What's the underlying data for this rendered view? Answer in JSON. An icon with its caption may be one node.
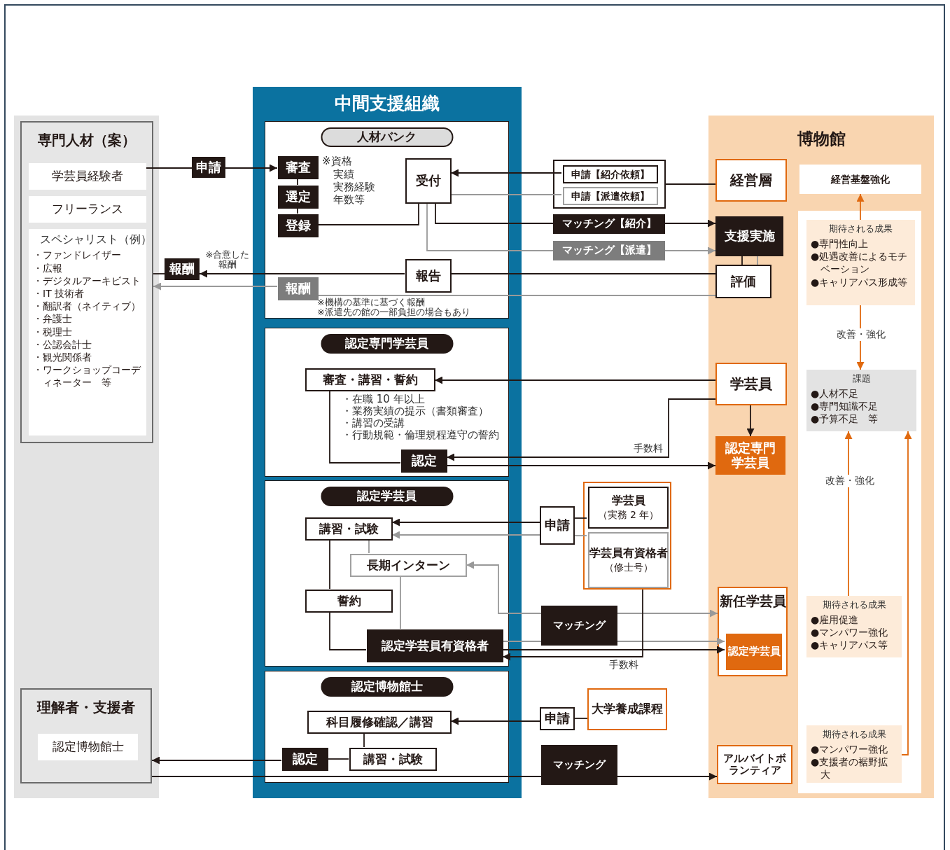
{
  "diagram": {
    "nodes": [
      {
        "text": [
          "専門人材（案）"
        ]
      },
      {
        "text": [
          "学芸員経験者"
        ],
        "in": 0
      },
      {
        "text": [
          "フリーランス"
        ],
        "in": 0
      },
      {
        "text": [
          "スペシャリスト（例）",
          "・ファンドレイザー",
          "・広報",
          "・デジタルアーキビスト",
          "・IT 技術者",
          "・翻訳者（ネイティブ）",
          "・弁護士",
          "・税理士",
          "・公認会計士",
          "・観光関係者",
          "・ワークショップコーディネーター　等"
        ],
        "in": 0
      },
      {
        "text": [
          "中間支援組織"
        ]
      },
      {
        "text": [
          "人材バンク"
        ],
        "in": 4
      },
      {
        "text": [
          "審査"
        ],
        "in": 5
      },
      {
        "text": [
          "選定"
        ],
        "in": 5
      },
      {
        "text": [
          "登録"
        ],
        "in": 5
      },
      {
        "text": [
          "受付"
        ],
        "in": 5
      },
      {
        "text": [
          "報告"
        ],
        "in": 5
      },
      {
        "text": [
          "報酬"
        ],
        "in": 5
      },
      {
        "text": [
          "認定専門学芸員"
        ],
        "in": 4
      },
      {
        "text": [
          "審査・講習・誓約"
        ],
        "in": 12,
        "beside": [
          "・在職 10 年以上",
          "・業務実績の提示（書類審査）",
          "・講習の受講",
          "・行動規範・倫理規程遵守の誓約"
        ]
      },
      {
        "text": [
          "認定"
        ],
        "in": 12
      },
      {
        "text": [
          "認定学芸員"
        ],
        "in": 4
      },
      {
        "text": [
          "講習・試験"
        ],
        "in": 15
      },
      {
        "text": [
          "長期インターン"
        ],
        "in": 15
      },
      {
        "text": [
          "誓約"
        ],
        "in": 15
      },
      {
        "text": [
          "認定学芸員有資格者"
        ],
        "in": 15
      },
      {
        "text": [
          "認定博物館士"
        ],
        "in": 4
      },
      {
        "text": [
          "科目履修確認／講習"
        ],
        "in": 20
      },
      {
        "text": [
          "講習・試験"
        ],
        "in": 20
      },
      {
        "text": [
          "認定"
        ],
        "in": 20
      },
      {
        "text": [
          "博物館"
        ]
      },
      {
        "text": [
          "経営層"
        ],
        "in": 24
      },
      {
        "text": [
          "支援実施"
        ],
        "in": 24
      },
      {
        "text": [
          "評価"
        ],
        "in": 24
      },
      {
        "text": [
          "学芸員"
        ],
        "in": 24
      },
      {
        "text": [
          "認定専門学芸員"
        ],
        "in": 24
      },
      {
        "text": [
          "新任学芸員"
        ],
        "in": 24
      },
      {
        "text": [
          "認定学芸員"
        ],
        "in": 30
      },
      {
        "text": [
          "アルバイトボランティア"
        ],
        "in": 24
      },
      {
        "text": [
          "経営基盤強化"
        ],
        "in": 24
      },
      {
        "text": [
          "期待される成果",
          "●専門性向上",
          "●処遇改善によるモチベーション",
          "●キャリアパス形成等"
        ],
        "in": 24
      },
      {
        "text": [
          "課題",
          "●人材不足",
          "●専門知識不足",
          "●予算不足　等"
        ],
        "in": 24
      },
      {
        "text": [
          "期待される成果",
          "●雇用促進",
          "●マンパワー強化",
          "●キャリアパス等"
        ],
        "in": 24
      },
      {
        "text": [
          "期待される成果",
          "●マンパワー強化",
          "●支援者の裾野拡大"
        ],
        "in": 24
      },
      {
        "text": [
          "理解者・支援者"
        ]
      },
      {
        "text": [
          "認定博物館士"
        ],
        "in": 38
      },
      {
        "text": [
          "申請"
        ]
      },
      {
        "text": [
          "報酬"
        ],
        "beside": [
          "※合意した報酬"
        ]
      },
      {
        "text": [],
        "shape": "box"
      },
      {
        "text": [
          "申請【紹介依頼】"
        ],
        "in": 42
      },
      {
        "text": [
          "申請【派遣依頼】"
        ],
        "in": 42
      },
      {
        "text": [
          "マッチング【紹介】"
        ]
      },
      {
        "text": [
          "マッチング【派遣】"
        ]
      },
      {
        "text": [
          "申請"
        ]
      },
      {
        "text": [],
        "shape": "box"
      },
      {
        "text": [
          "学芸員",
          "（実務 2 年）"
        ],
        "in": 48
      },
      {
        "text": [
          "学芸員有資格者",
          "（修士号）"
        ],
        "in": 48
      },
      {
        "text": [
          "マッチング"
        ]
      },
      {
        "text": [
          "申請"
        ]
      },
      {
        "text": [
          "大学養成課程"
        ]
      },
      {
        "text": [
          "マッチング"
        ]
      }
    ],
    "edges": [
      {
        "from": 1,
        "to": 40,
        "arrow": "none"
      },
      {
        "from": 40,
        "to": 6,
        "arrow": "to"
      },
      {
        "from": 6,
        "to": 7,
        "arrow": "none"
      },
      {
        "from": 7,
        "to": 8,
        "arrow": "none"
      },
      {
        "from": 8,
        "to": 9,
        "arrow": "none"
      },
      {
        "from": 43,
        "to": 9,
        "arrow": "to"
      },
      {
        "from": 44,
        "to": 9,
        "arrow": "none",
        "color": "#999999"
      },
      {
        "from": 9,
        "to": 45,
        "arrow": "none"
      },
      {
        "from": 45,
        "to": 26,
        "arrow": "to"
      },
      {
        "from": 9,
        "to": 46,
        "arrow": "none",
        "color": "#999999"
      },
      {
        "from": 46,
        "to": 26,
        "arrow": "to",
        "color": "#999999"
      },
      {
        "from": 25,
        "to": 42,
        "arrow": "none"
      },
      {
        "from": 26,
        "to": 27,
        "arrow": "none"
      },
      {
        "from": 26,
        "to": 27,
        "arrow": "none",
        "color": "#999999"
      },
      {
        "from": 27,
        "to": 10,
        "arrow": "none"
      },
      {
        "from": 10,
        "to": 41,
        "arrow": "to"
      },
      {
        "from": 41,
        "to": 0,
        "arrow": "none"
      },
      {
        "from": 27,
        "to": 11,
        "arrow": "none",
        "color": "#999999"
      },
      {
        "from": 11,
        "to": 0,
        "arrow": "to",
        "color": "#999999"
      },
      {
        "from": 28,
        "to": 13,
        "arrow": "to"
      },
      {
        "from": 13,
        "to": 14,
        "arrow": "none"
      },
      {
        "from": 28,
        "to": 14,
        "arrow": "to",
        "label": "手数料"
      },
      {
        "from": 14,
        "to": 29,
        "arrow": "to"
      },
      {
        "from": 28,
        "to": 29,
        "arrow": "to"
      },
      {
        "from": 49,
        "to": 47,
        "arrow": "none"
      },
      {
        "from": 47,
        "to": 16,
        "arrow": "to"
      },
      {
        "from": 50,
        "to": 47,
        "arrow": "none",
        "color": "#999999"
      },
      {
        "from": 47,
        "to": 16,
        "arrow": "to",
        "color": "#999999"
      },
      {
        "from": 16,
        "to": 18,
        "arrow": "none"
      },
      {
        "from": 16,
        "to": 17,
        "arrow": "none",
        "color": "#999999"
      },
      {
        "from": 17,
        "to": 19,
        "arrow": "none",
        "color": "#999999"
      },
      {
        "from": 18,
        "to": 19,
        "arrow": "none"
      },
      {
        "from": 51,
        "to": 17,
        "arrow": "to",
        "color": "#999999"
      },
      {
        "from": 51,
        "to": 30,
        "arrow": "to",
        "color": "#999999"
      },
      {
        "from": 19,
        "to": 51,
        "arrow": "none",
        "color": "#999999"
      },
      {
        "from": 51,
        "to": 31,
        "arrow": "to",
        "color": "#999999"
      },
      {
        "from": 19,
        "to": 31,
        "arrow": "to"
      },
      {
        "from": 48,
        "to": 19,
        "arrow": "to",
        "label": "手数料"
      },
      {
        "from": 53,
        "to": 52,
        "arrow": "none"
      },
      {
        "from": 52,
        "to": 21,
        "arrow": "to"
      },
      {
        "from": 21,
        "to": 22,
        "arrow": "none"
      },
      {
        "from": 22,
        "to": 23,
        "arrow": "none"
      },
      {
        "from": 23,
        "to": 38,
        "arrow": "to"
      },
      {
        "from": 38,
        "to": 54,
        "arrow": "none"
      },
      {
        "from": 54,
        "to": 32,
        "arrow": "to"
      },
      {
        "from": 34,
        "to": 33,
        "arrow": "to",
        "color": "#e0690f"
      },
      {
        "from": 34,
        "to": 35,
        "arrow": "to",
        "color": "#e0690f",
        "label": "改善・強化"
      },
      {
        "from": 36,
        "to": 35,
        "arrow": "to",
        "color": "#e0690f",
        "label": "改善・強化"
      },
      {
        "from": 37,
        "to": 35,
        "arrow": "to",
        "color": "#e0690f"
      }
    ],
    "labels": [
      "※資格",
      "実績",
      "実務経験",
      "年数等",
      "※機構の基準に基づく報酬",
      "※派遣先の館の一部負担の場合もあり"
    ]
  }
}
